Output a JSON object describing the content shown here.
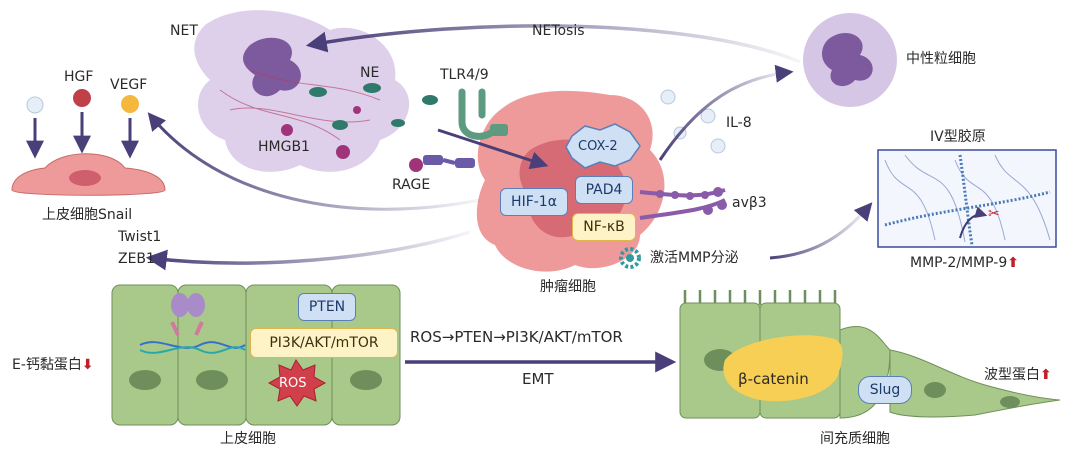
{
  "colors": {
    "arrow": "#4a3f78",
    "tumor": "#ee9a9a",
    "tumor_core": "#cf5f6c",
    "neutrophil": "#c9b6dc",
    "nucleus_purple": "#7d5a9e",
    "epithelium": "#a9c98a",
    "epithelium_nucleus": "#6e8f5b",
    "mesenchymal": "#a9c98a",
    "collagen_border": "#3b4aa0",
    "down_up_arrow": "#c0202a"
  },
  "labels": {
    "net": "NET",
    "ne": "NE",
    "hmgb1": "HMGB1",
    "netosis": "NETosis",
    "neutrophil": "中性粒细胞",
    "tlr": "TLR4/9",
    "rage": "RAGE",
    "il8": "IL-8",
    "cox2": "COX-2",
    "hif": "HIF-1α",
    "pad4": "PAD4",
    "nfkb": "NF-κB",
    "avb3": "avβ3",
    "mmp_activate": "激活MMP分泌",
    "tumor_cell": "肿瘤细胞",
    "hgf": "HGF",
    "vegf": "VEGF",
    "epi_snail": "上皮细胞Snail",
    "twist": "Twist1",
    "zeb": "ZEB1",
    "collagen": "IV型胶原",
    "mmp29": "MMP-2/MMP-9",
    "ecad": "E-钙黏蛋白",
    "pten_box": "PTEN",
    "pi3k_box": "PI3K/AKT/mTOR",
    "ros_box": "ROS",
    "epithelial_cell": "上皮细胞",
    "pathway": "ROS→PTEN→PI3K/AKT/mTOR",
    "emt": "EMT",
    "beta_catenin": "β-catenin",
    "slug": "Slug",
    "vimentin": "波型蛋白",
    "mesenchymal_cell": "间充质细胞",
    "up_arrow": "⬆",
    "down_arrow": "⬇"
  }
}
